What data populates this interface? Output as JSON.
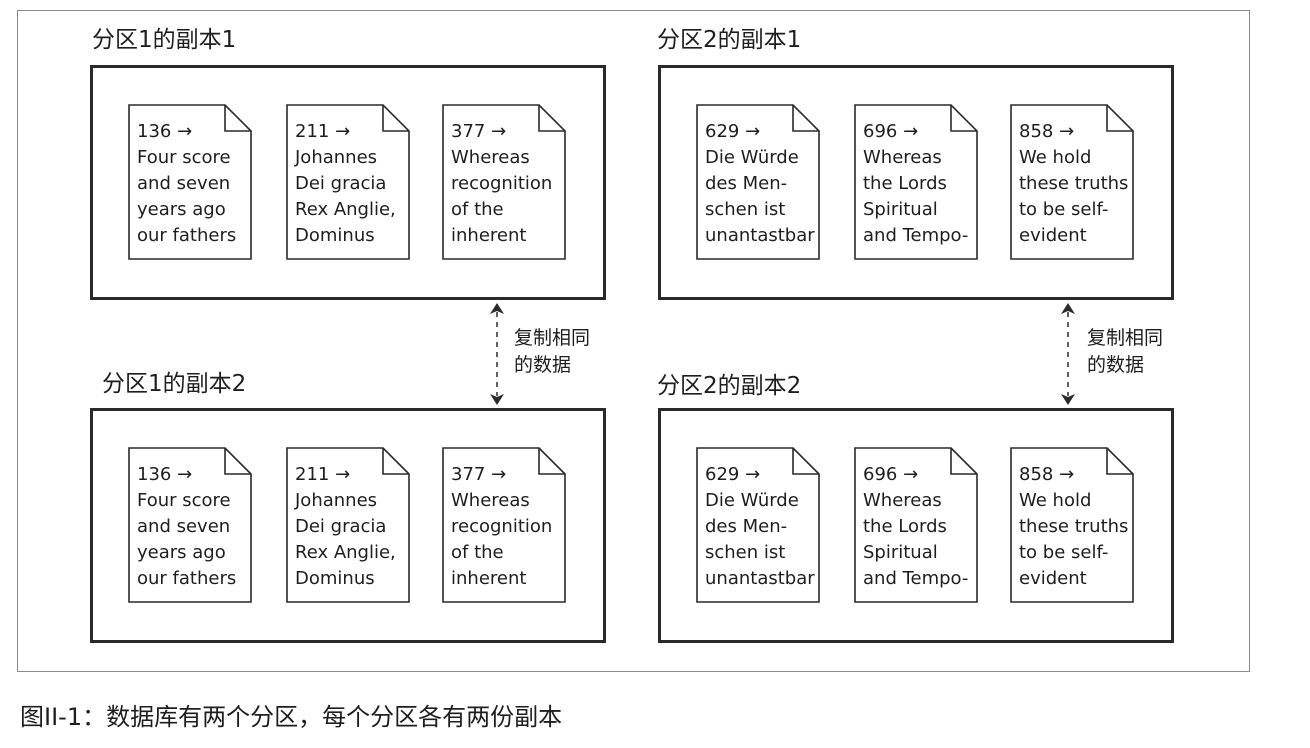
{
  "replicas": [
    {
      "label": "分区1的副本1",
      "documents": [
        {
          "lines": [
            "136 →",
            "Four score",
            "and seven",
            "years ago",
            "our fathers"
          ]
        },
        {
          "lines": [
            "211 →",
            "Johannes",
            "Dei gracia",
            "Rex Anglie,",
            "Dominus"
          ]
        },
        {
          "lines": [
            "377 →",
            "Whereas",
            "recognition",
            "of the",
            "inherent"
          ]
        }
      ]
    },
    {
      "label": "分区2的副本1",
      "documents": [
        {
          "lines": [
            "629 →",
            "Die Würde",
            "des Men-",
            "schen ist",
            "unantastbar"
          ]
        },
        {
          "lines": [
            "696 →",
            "Whereas",
            "the Lords",
            "Spiritual",
            "and Tempo-"
          ]
        },
        {
          "lines": [
            "858 →",
            "We hold",
            "these truths",
            "to be self-",
            "evident"
          ]
        }
      ]
    },
    {
      "label": "分区1的副本2",
      "documents": [
        {
          "lines": [
            "136 →",
            "Four score",
            "and seven",
            "years ago",
            "our fathers"
          ]
        },
        {
          "lines": [
            "211 →",
            "Johannes",
            "Dei gracia",
            "Rex Anglie,",
            "Dominus"
          ]
        },
        {
          "lines": [
            "377 →",
            "Whereas",
            "recognition",
            "of the",
            "inherent"
          ]
        }
      ]
    },
    {
      "label": "分区2的副本2",
      "documents": [
        {
          "lines": [
            "629 →",
            "Die Würde",
            "des Men-",
            "schen ist",
            "unantastbar"
          ]
        },
        {
          "lines": [
            "696 →",
            "Whereas",
            "the Lords",
            "Spiritual",
            "and Tempo-"
          ]
        },
        {
          "lines": [
            "858 →",
            "We hold",
            "these truths",
            "to be self-",
            "evident"
          ]
        }
      ]
    }
  ],
  "sync_notes": [
    {
      "lines": [
        "复制相同",
        "的数据"
      ]
    },
    {
      "lines": [
        "复制相同",
        "的数据"
      ]
    }
  ],
  "caption": "图II-1：数据库有两个分区，每个分区各有两份副本",
  "colors": {
    "stroke": "#2a2a2a",
    "frame": "#8a8a8a",
    "text": "#1e1e1e"
  }
}
